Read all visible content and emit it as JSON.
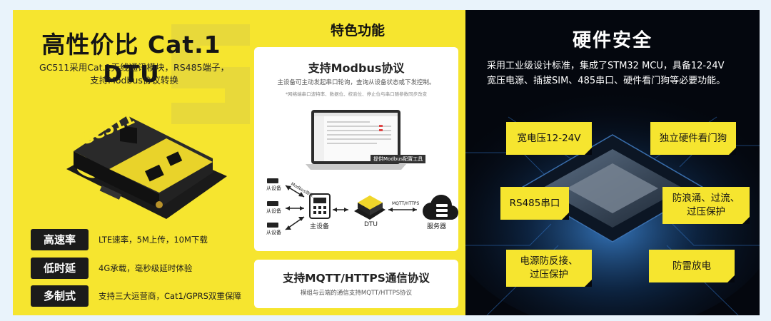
{
  "left": {
    "title": "高性价比 Cat.1 DTU",
    "subtitle_line1": "GC511采用Cat.1无线通讯模块，RS485端子，",
    "subtitle_line2": "支持Modbus协议转换",
    "device_label": "GC511",
    "features": [
      {
        "tag": "高速率",
        "text": "LTE速率，5M上传，10M下载"
      },
      {
        "tag": "低时延",
        "text": "4G承载，毫秒级延时体验"
      },
      {
        "tag": "多制式",
        "text": "支持三大运营商，Cat1/GPRS双重保障"
      }
    ]
  },
  "middle": {
    "heading": "特色功能",
    "modbus": {
      "title": "支持Modbus协议",
      "desc": "主设备可主动发起串口轮询，查询从设备状态或下发控制。",
      "note": "*网络端串口波特率、数据位、校验位、停止位与串口随参数同步改变",
      "tool_label": "提供Modbus配置工具",
      "labels": {
        "slave": "从设备",
        "master": "主设备",
        "dtu": "DTU",
        "server": "服务器",
        "modbus_proto": "Modbus协议",
        "mqtt_proto": "MQTT/HTTPS"
      }
    },
    "mqtt": {
      "title": "支持MQTT/HTTPS通信协议",
      "desc": "模组与云端的通信支持MQTT/HTTPS协议"
    }
  },
  "right": {
    "heading": "硬件安全",
    "desc_line1": "采用工业级设计标准，集成了STM32 MCU，具备12-24V",
    "desc_line2": "宽压电源、插拔SIM、485串口、硬件看门狗等必要功能。",
    "boxes": [
      "宽电压12-24V",
      "独立硬件看门狗",
      "RS485串口",
      "防浪涌、过流、\n过压保护",
      "电源防反接、\n过压保护",
      "防雷放电"
    ]
  },
  "colors": {
    "accent_yellow": "#f6e52f",
    "dark": "#1b1b1b",
    "right_bg": "#04070e"
  }
}
